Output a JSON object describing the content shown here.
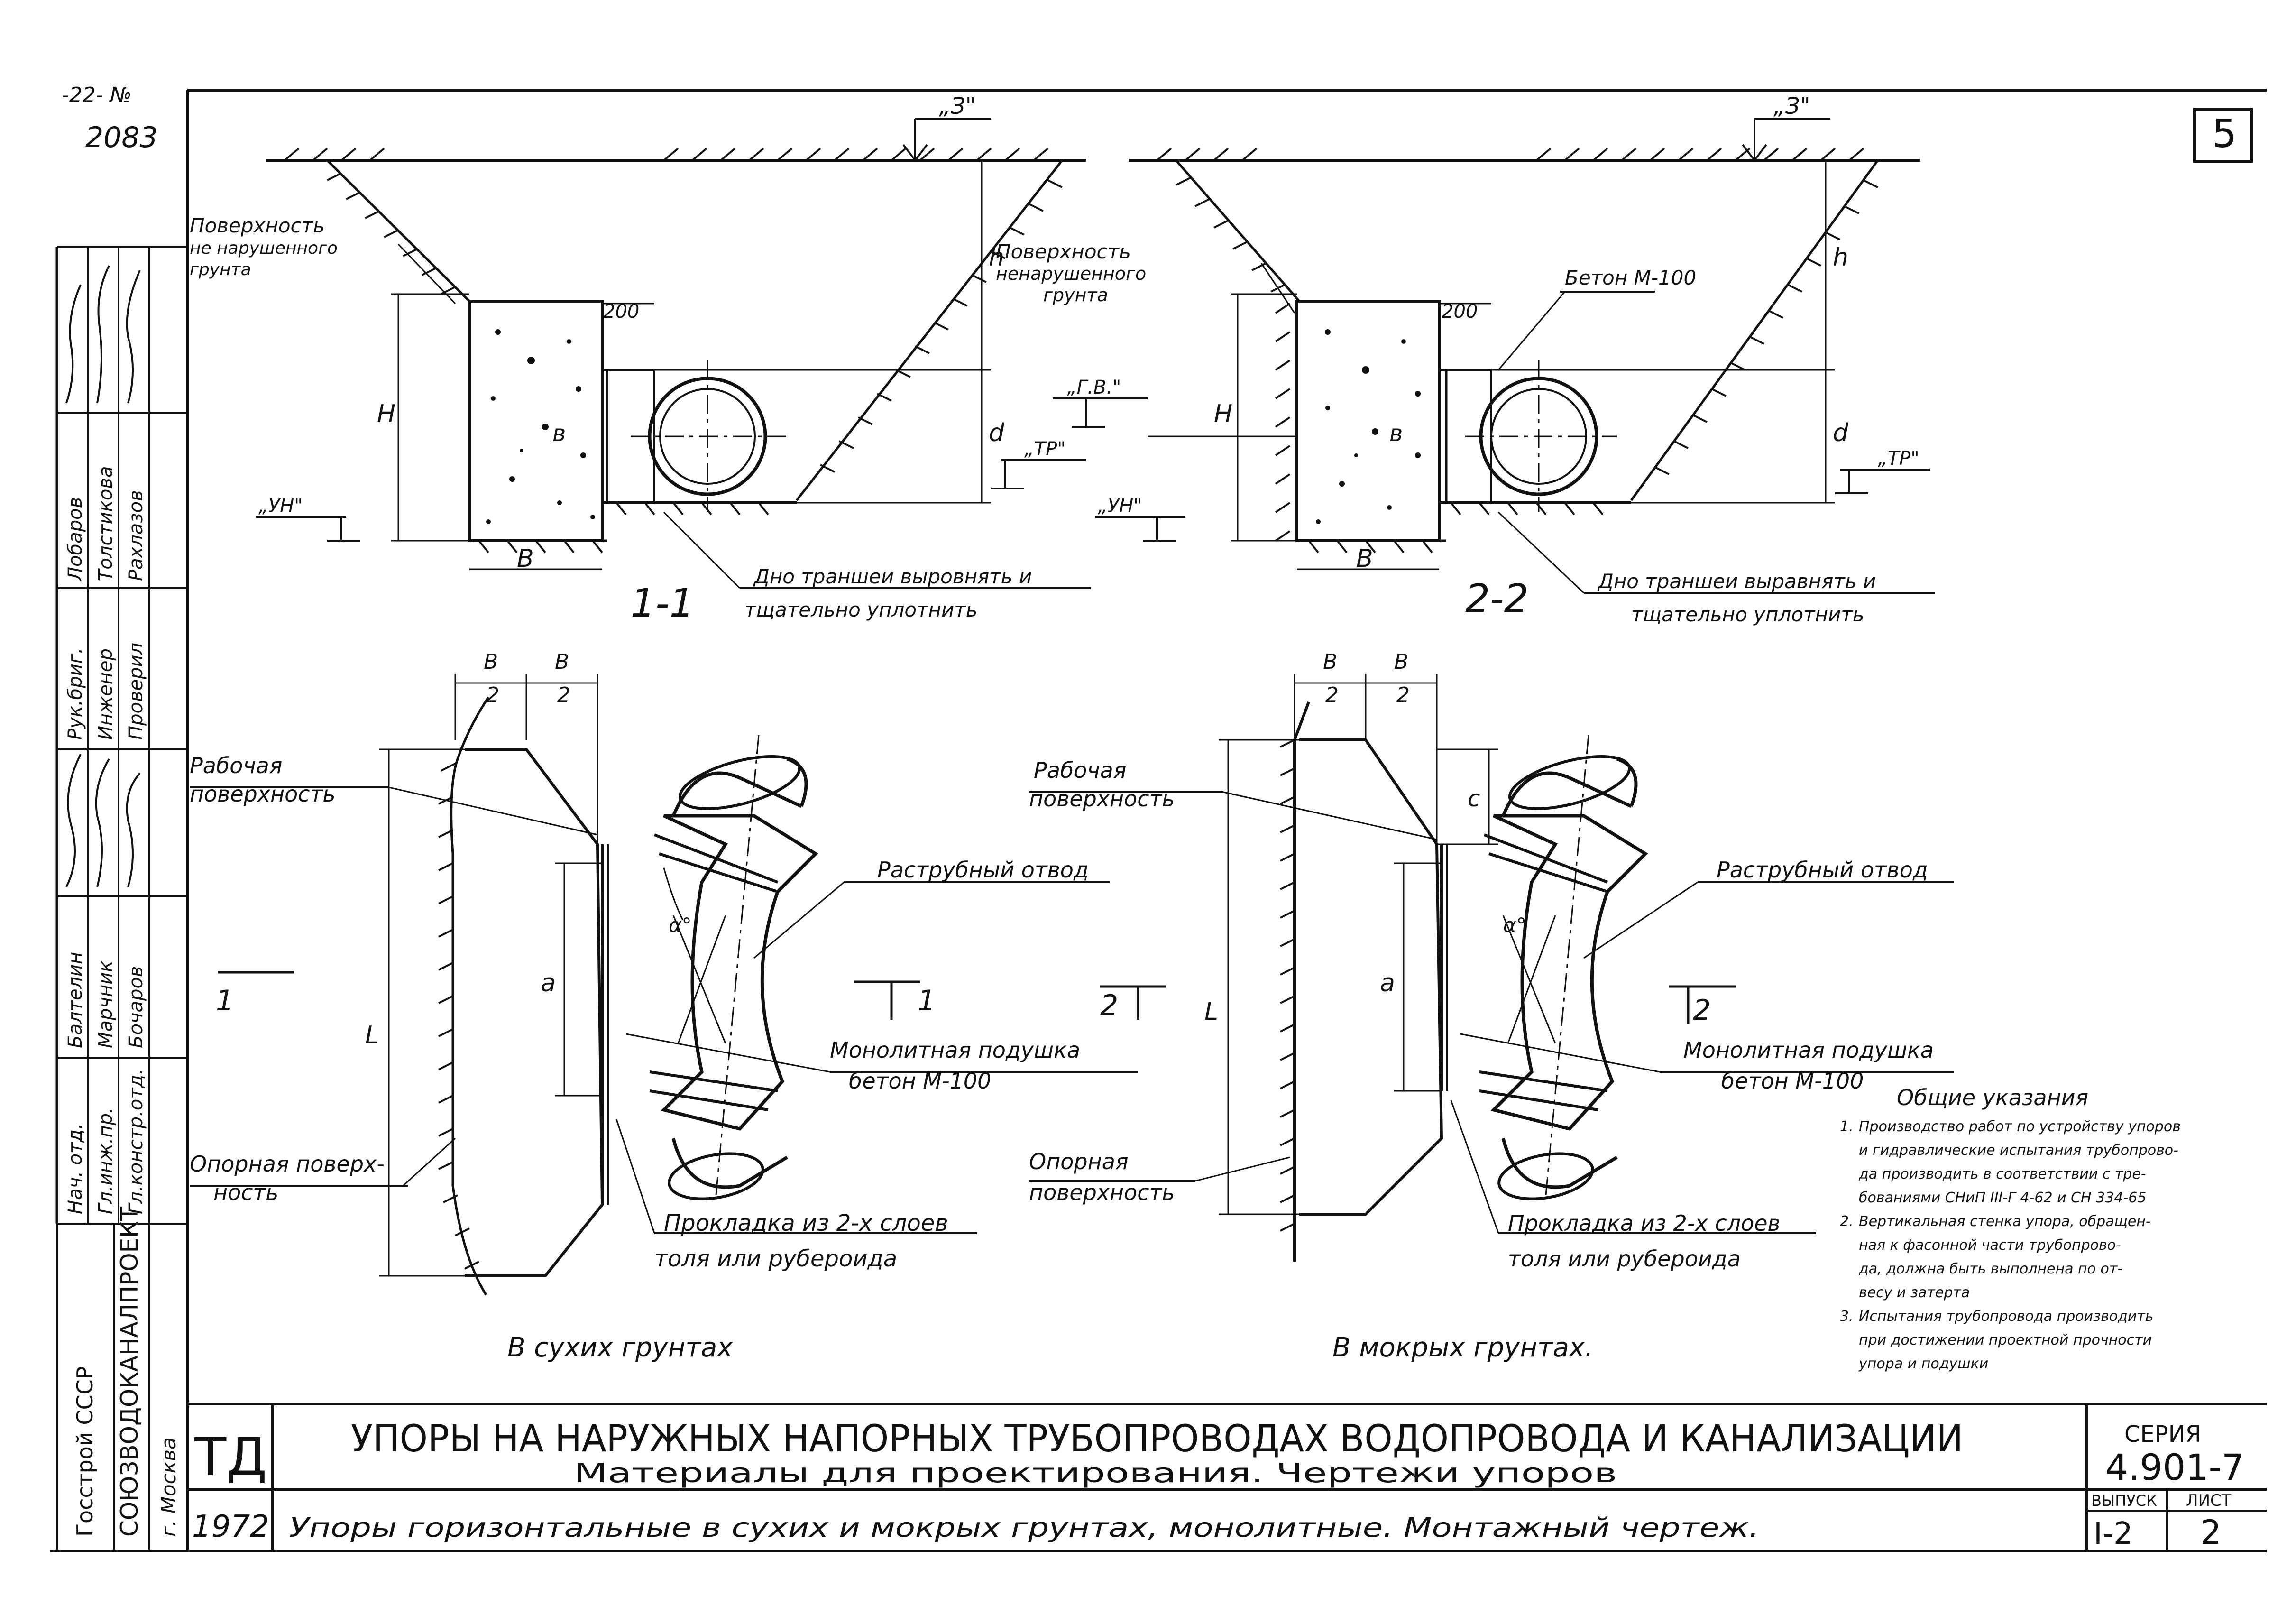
{
  "sheet": {
    "corner_text_1": "-22- №",
    "corner_text_2": "2083",
    "sheet_number": "5"
  },
  "section_1": {
    "label": "1-1",
    "mark_3": "„З\"",
    "surface_label": [
      "Поверхность",
      "не нарушенного",
      "грунта"
    ],
    "label_200": "200",
    "label_H": "H",
    "label_h": "h",
    "label_d": "d",
    "label_b": "в",
    "label_B": "B",
    "label_un": "„УН\"",
    "label_tr": "„ТР\"",
    "trench_note": [
      "Дно траншеи выровнять и",
      "тщательно уплотнить"
    ]
  },
  "section_2": {
    "label": "2-2",
    "mark_3": "„З\"",
    "surface_label": [
      "Поверхность",
      "ненарушенного",
      "грунта"
    ],
    "concrete_label": "Бетон М-100",
    "label_200": "200",
    "label_H": "H",
    "label_h": "h",
    "label_d": "d",
    "label_b": "в",
    "label_B": "B",
    "label_gv": "„Г.В.\"",
    "label_un": "„УН\"",
    "label_tr": "„ТР\"",
    "trench_note": [
      "Дно траншеи выравнять и",
      "тщательно уплотнить"
    ]
  },
  "plan_dry": {
    "caption": "В сухих грунтах",
    "dim_b2_num": "В",
    "dim_b2_den": "2",
    "working_surface": [
      "Рабочая",
      "поверхность"
    ],
    "bend_label": "Раструбный отвод",
    "pad_label": [
      "Монолитная подушка",
      "бетон М-100"
    ],
    "support_surface": [
      "Опорная поверх-",
      "ность"
    ],
    "gasket_label": [
      "Прокладка из 2-х слоев",
      "толя или рубероида"
    ],
    "label_L": "L",
    "label_a": "a",
    "label_alpha": "α°",
    "cut_left": "1",
    "cut_right": "1"
  },
  "plan_wet": {
    "caption": "В мокрых грунтах.",
    "dim_b2_num": "В",
    "dim_b2_den": "2",
    "label_c": "с",
    "working_surface": [
      "Рабочая",
      "поверхность"
    ],
    "bend_label": "Раструбный отвод",
    "pad_label": [
      "Монолитная подушка",
      "бетон М-100"
    ],
    "support_surface": [
      "Опорная",
      "поверхность"
    ],
    "gasket_label": [
      "Прокладка из 2-х слоев",
      "толя или рубероида"
    ],
    "label_L": "L",
    "label_a": "a",
    "label_alpha": "α°",
    "cut_left": "2",
    "cut_right": "2"
  },
  "notes": {
    "title": "Общие указания",
    "items": [
      [
        "1.",
        "Производство работ по устройству упоров",
        "и гидравлические испытания трубопрово-",
        "да производить в соответствии с тре-",
        "бованиями СНиП III-Г 4-62 и СН 334-65"
      ],
      [
        "2.",
        "Вертикальная стенка упора, обращен-",
        "ная к фасонной части трубопрово-",
        "да, должна быть выполнена по от-",
        "весу и затерта"
      ],
      [
        "3.",
        "Испытания трубопровода производить",
        "при достижении проектной прочности",
        "упора и подушки"
      ]
    ]
  },
  "left_stamp": {
    "rows": [
      [
        "Нач. отд.",
        "Балтелин",
        ""
      ],
      [
        "Гл.инж.пр.",
        "Марчник",
        ""
      ],
      [
        "Гл.констр.отд.",
        "Бочаров",
        ""
      ],
      [
        "Рук.бриг.",
        "Лобаров",
        ""
      ],
      [
        "Инженер",
        "Толстикова",
        ""
      ],
      [
        "Проверил",
        "Рахлазов",
        ""
      ]
    ],
    "org1": "Госстрой СССР",
    "org2": "СОЮЗВОДОКАНАЛПРОЕКТ",
    "city": "г. Москва"
  },
  "title_block": {
    "td": "ТД",
    "year": "1972",
    "main_title": "УПОРЫ НА НАРУЖНЫХ НАПОРНЫХ ТРУБОПРОВОДАХ ВОДОПРОВОДА И КАНАЛИЗАЦИИ",
    "subtitle": "Материалы для проектирования. Чертежи упоров",
    "drawing_title": "Упоры горизонтальные в сухих и мокрых грунтах, монолитные. Монтажный чертеж.",
    "series_label": "СЕРИЯ",
    "series_value": "4.901-7",
    "issue_label": "ВЫПУСК",
    "issue_value": "I-2",
    "sheet_label": "ЛИСТ",
    "sheet_value": "2"
  }
}
